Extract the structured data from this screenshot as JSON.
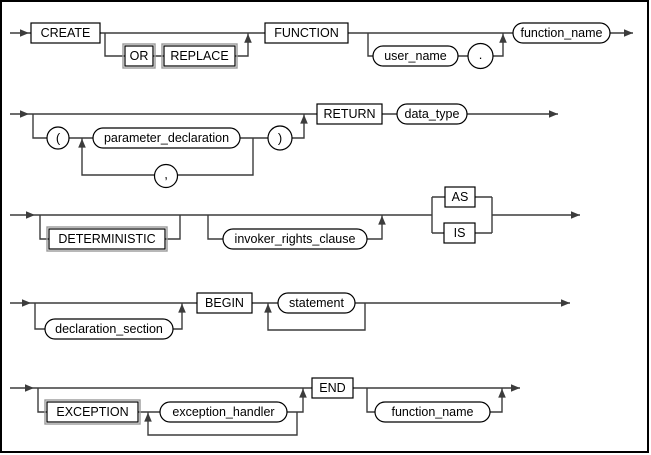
{
  "colors": {
    "line": "#3c3c3c",
    "border": "#000000",
    "shadow": "#9a9a9a",
    "background": "#ffffff",
    "text": "#000000"
  },
  "rows": {
    "r1": {
      "create": "CREATE",
      "or_kw": "OR",
      "replace": "REPLACE",
      "function_kw": "FUNCTION",
      "user_name": "user_name",
      "dot": ".",
      "function_name": "function_name"
    },
    "r2": {
      "open_paren": "(",
      "parameter_declaration": "parameter_declaration",
      "comma": ",",
      "close_paren": ")",
      "return_kw": "RETURN",
      "data_type": "data_type"
    },
    "r3": {
      "deterministic": "DETERMINISTIC",
      "invoker_rights_clause": "invoker_rights_clause",
      "as_kw": "AS",
      "is_kw": "IS"
    },
    "r4": {
      "declaration_section": "declaration_section",
      "begin_kw": "BEGIN",
      "statement": "statement"
    },
    "r5": {
      "exception_kw": "EXCEPTION",
      "exception_handler": "exception_handler",
      "end_kw": "END",
      "function_name": "function_name"
    }
  }
}
